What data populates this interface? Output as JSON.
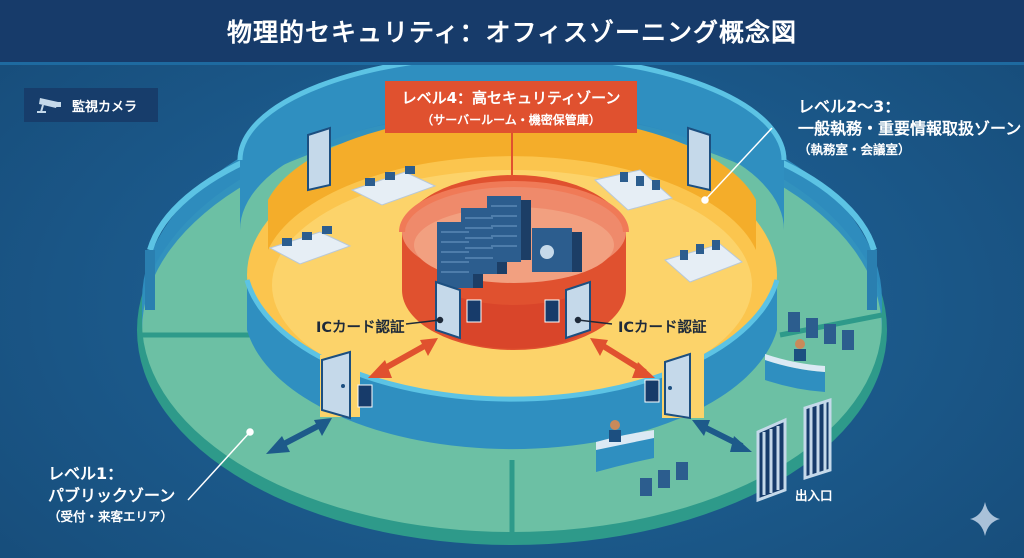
{
  "title": "物理的セキュリティ：オフィスゾーニング概念図",
  "legend": {
    "icon": "security-camera-icon",
    "label": "監視カメラ"
  },
  "zones": {
    "level4": {
      "title": "レベル4：高セキュリティゾーン",
      "subtitle": "（サーバールーム・機密保管庫）",
      "color": "#e0512f"
    },
    "level2_3": {
      "title_line1": "レベル2〜3：",
      "title_line2": "一般執務・重要情報取扱ゾーン",
      "subtitle": "（執務室・会議室）",
      "color": "#fbc54e"
    },
    "level1": {
      "title_line1": "レベル1：",
      "title_line2": "パブリックゾーン",
      "subtitle": "（受付・来客エリア）",
      "color": "#6cc0a4"
    }
  },
  "callouts": {
    "ic_card_left": "ICカード認証",
    "ic_card_right": "ICカード認証",
    "entrance": "出入口"
  },
  "colors": {
    "background": "#1b5889",
    "title_bar": "#173b6a",
    "wall_blue": "#2f8fc0",
    "wall_top": "#5cc3e4",
    "arrow_red": "#e0512f",
    "arrow_blue": "#1d5a8a"
  }
}
